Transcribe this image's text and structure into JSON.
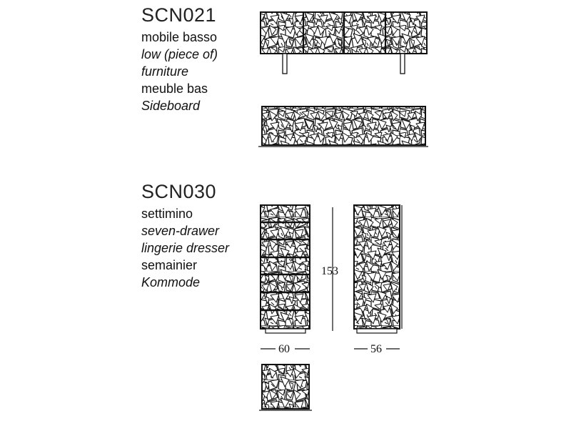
{
  "products": [
    {
      "code": "SCN021",
      "lines": [
        {
          "text": "mobile basso",
          "italic": false
        },
        {
          "text": "low (piece of)",
          "italic": true
        },
        {
          "text": "furniture",
          "italic": true
        },
        {
          "text": "meuble bas",
          "italic": false
        },
        {
          "text": "Sideboard",
          "italic": true
        }
      ]
    },
    {
      "code": "SCN030",
      "lines": [
        {
          "text": "settimino",
          "italic": false
        },
        {
          "text": "seven-drawer",
          "italic": true
        },
        {
          "text": "lingerie dresser",
          "italic": true
        },
        {
          "text": "semainier",
          "italic": false
        },
        {
          "text": "Kommode",
          "italic": true
        }
      ]
    }
  ],
  "dimensions": {
    "height": "153",
    "width": "60",
    "depth": "56"
  }
}
